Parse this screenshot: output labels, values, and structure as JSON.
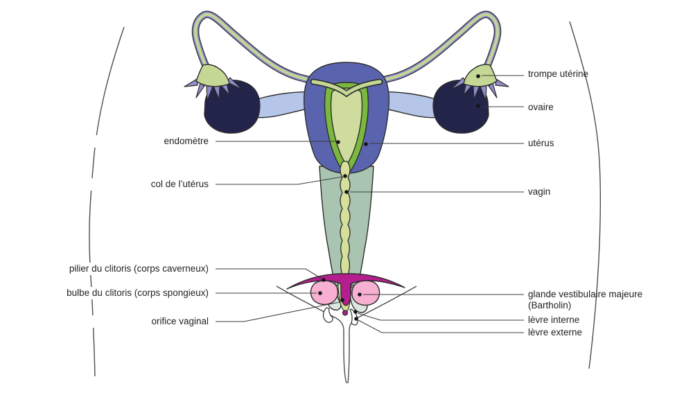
{
  "figure": {
    "type": "anatomical-diagram",
    "language": "fr"
  },
  "labels": [
    {
      "id": "trompe-uterine",
      "text": "trompe utérine",
      "side": "right"
    },
    {
      "id": "ovaire",
      "text": "ovaire",
      "side": "right"
    },
    {
      "id": "uterus",
      "text": "utérus",
      "side": "right"
    },
    {
      "id": "vagin",
      "text": "vagin",
      "side": "right"
    },
    {
      "id": "glande-vestibulaire",
      "text": "glande vestibulaire majeure",
      "side": "right"
    },
    {
      "id": "bartholin",
      "text": "(Bartholin)",
      "side": "right"
    },
    {
      "id": "levre-interne",
      "text": "lèvre interne",
      "side": "right"
    },
    {
      "id": "levre-externe",
      "text": "lèvre externe",
      "side": "right"
    },
    {
      "id": "endometre",
      "text": "endomètre",
      "side": "left"
    },
    {
      "id": "col-de-luterus",
      "text": "col de l’utérus",
      "side": "left"
    },
    {
      "id": "pilier-du-clitoris",
      "text": "pilier du clitoris (corps caverneux)",
      "side": "left"
    },
    {
      "id": "bulbe-du-clitoris",
      "text": "bulbe du clitoris (corps spongieux)",
      "side": "left"
    },
    {
      "id": "orifice-vaginal",
      "text": "orifice vaginal",
      "side": "left"
    }
  ],
  "colors": {
    "uterus_blue": "#5a64ae",
    "endometrium_green": "#7ab83e",
    "cavity_green": "#cedc9e",
    "tube_purple": "#908dca",
    "tube_core_green": "#c5d795",
    "ovary_navy": "#232449",
    "ligament_blue": "#b6c6e9",
    "vagina_sage": "#a9c5b1",
    "canal_green": "#d6e09b",
    "clitoris_magenta": "#b51e8e",
    "bulb_pink": "#f7b0d2",
    "vestibule_pale": "#dbe7de",
    "outline_dark": "#2d2d2d",
    "line_gray": "#3c3c3c",
    "body_line": "#4c4c4c",
    "text_dark": "#1f1f1f"
  }
}
